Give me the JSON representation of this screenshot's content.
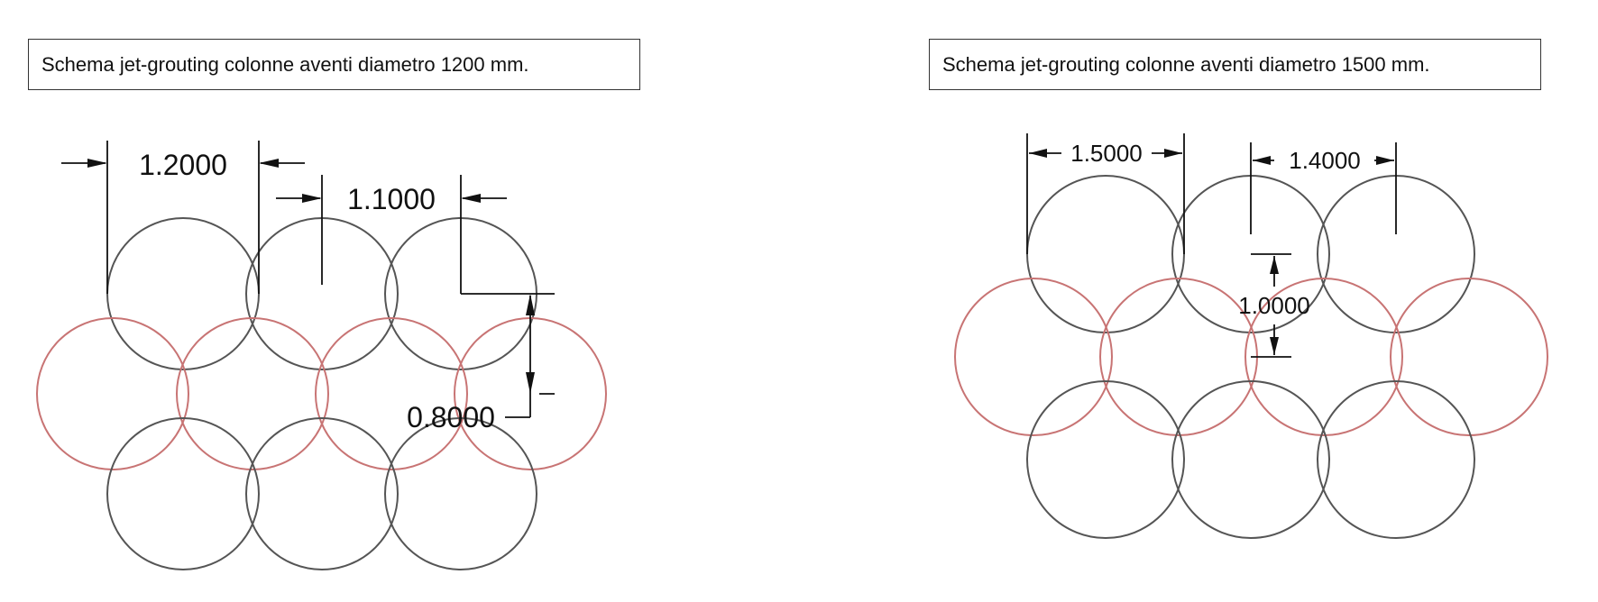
{
  "left_scheme": {
    "caption": "Schema jet-grouting colonne aventi diametro 1200 mm.",
    "dim_diameter": "1.2000",
    "dim_spacing": "1.1000",
    "dim_row_offset": "0.8000"
  },
  "right_scheme": {
    "caption": "Schema jet-grouting colonne aventi diametro 1500 mm.",
    "dim_diameter": "1.5000",
    "dim_spacing": "1.4000",
    "dim_row_offset": "1.0000"
  },
  "colors": {
    "outer_rows": "#555555",
    "middle_row": "#c87474",
    "dimension_lines": "#111111"
  }
}
